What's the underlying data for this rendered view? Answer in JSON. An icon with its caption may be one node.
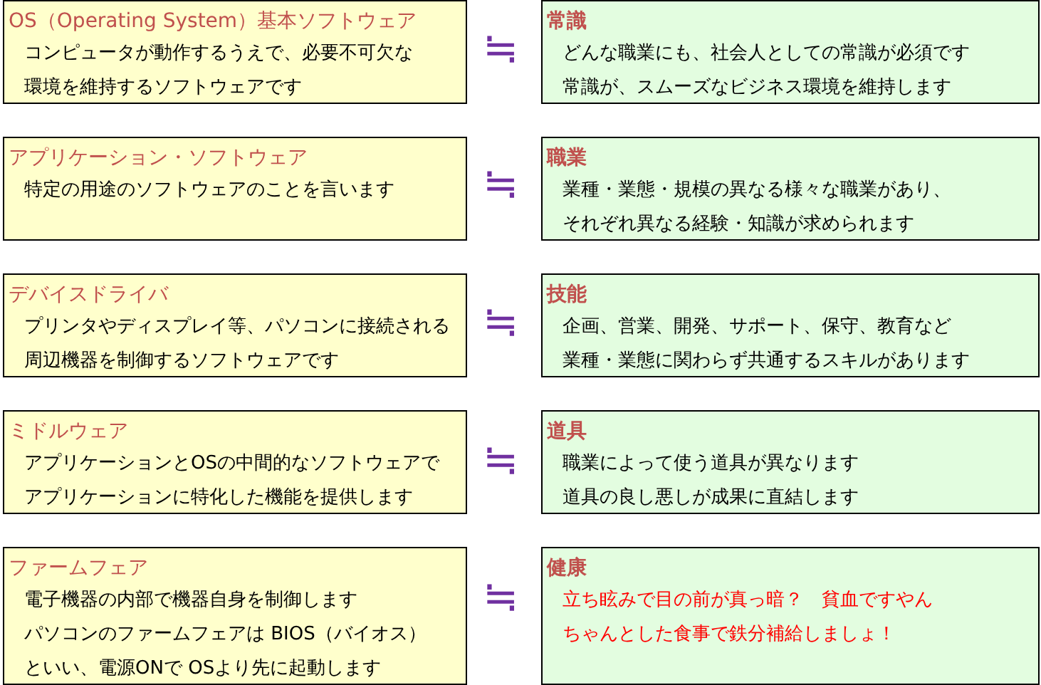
{
  "diagram": {
    "nodes": [
      {
        "text": [
          "OS（Operating System）基本ソフトウェア",
          "コンピュータが動作するうえで、必要不可欠な環境を維持するソフトウェアです"
        ]
      },
      {
        "text": [
          "アプリケーション・ソフトウェア",
          "特定の用途のソフトウェアのことを言います"
        ]
      },
      {
        "text": [
          "デバイスドライバ",
          "プリンタやディスプレイ等、パソコンに接続される周辺機器を制御するソフトウェアです"
        ]
      },
      {
        "text": [
          "ミドルウェア",
          "アプリケーションとOSの中間的なソフトウェアでアプリケーションに特化した機能を提供します"
        ]
      },
      {
        "text": [
          "ファームフェア",
          "電子機器の内部で機器自身を制御します",
          "パソコンのファームフェアは BIOS（バイオス）といい、電源ONで OSより先に起動します"
        ]
      },
      {
        "text": [
          "常識",
          "どんな職業にも、社会人としての常識が必須です",
          "常識が、スムーズなビジネス環境を維持します"
        ]
      },
      {
        "text": [
          "職業",
          "業種・業態・規模の異なる様々な職業があり、それぞれ異なる経験・知識が求められます"
        ]
      },
      {
        "text": [
          "技能",
          "企画、営業、開発、サポート、保守、教育など業種・業態に関わらず共通するスキルがあります"
        ]
      },
      {
        "text": [
          "道具",
          "職業によって使う道具が異なります",
          "道具の良し悪しが成果に直結します"
        ]
      },
      {
        "text": [
          "健康",
          "立ち眩みで目の前が真っ暗？　貧血ですやん",
          "ちゃんとした食事で鉄分補給しましょ！"
        ]
      }
    ],
    "labels": [
      "≒",
      "≒",
      "≒",
      "≒",
      "≒"
    ]
  }
}
